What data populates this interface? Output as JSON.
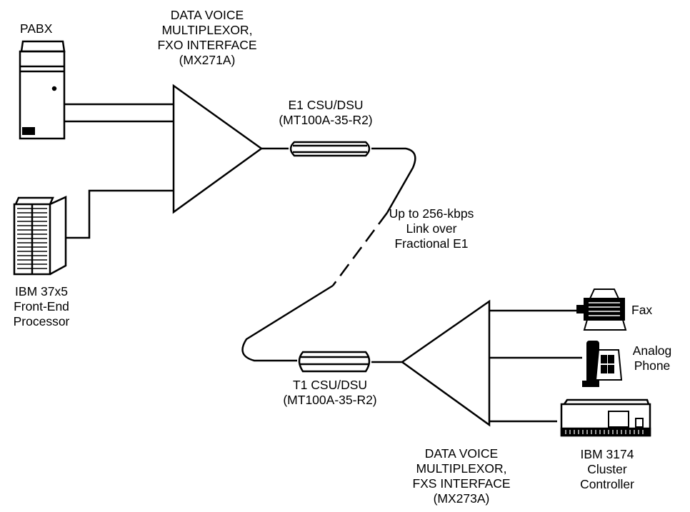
{
  "labels": {
    "pabx": "PABX",
    "mux_top": [
      "DATA VOICE",
      "MULTIPLEXOR,",
      "FXO INTERFACE",
      "(MX271A)"
    ],
    "csu_top": [
      "E1 CSU/DSU",
      "(MT100A-35-R2)"
    ],
    "link": [
      "Up to 256-kbps",
      "Link over",
      "Fractional E1"
    ],
    "fep": [
      "IBM 37x5",
      "Front-End",
      "Processor"
    ],
    "csu_bottom": [
      "T1 CSU/DSU",
      "(MT100A-35-R2)"
    ],
    "mux_bottom": [
      "DATA VOICE",
      "MULTIPLEXOR,",
      "FXS INTERFACE",
      "(MX273A)"
    ],
    "fax": "Fax",
    "phone": [
      "Analog",
      "Phone"
    ],
    "controller": [
      "IBM 3174",
      "Cluster",
      "Controller"
    ]
  }
}
